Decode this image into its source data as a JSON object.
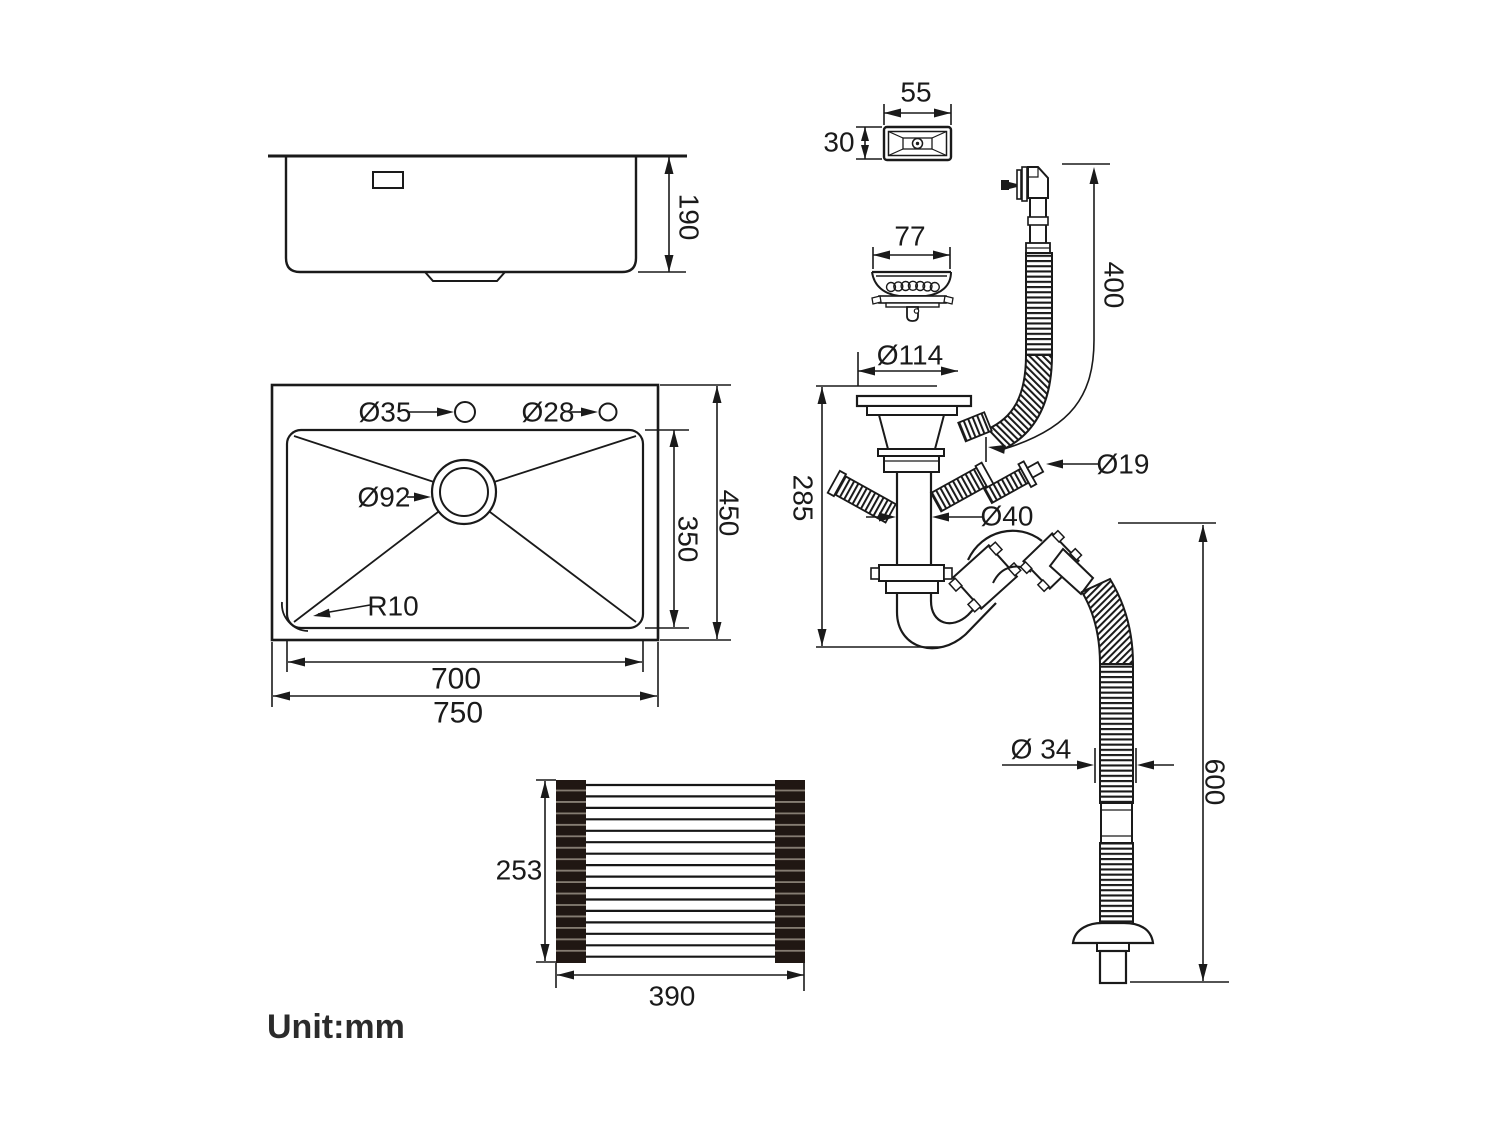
{
  "unit_label": "Unit:mm",
  "colors": {
    "line": "#1a1a1a",
    "rack_block": "#201713",
    "rack_gap": "#857c72"
  },
  "side_view": {
    "height": "190"
  },
  "top_view": {
    "hole_left": "Ø35",
    "hole_right": "Ø28",
    "drain_hole": "Ø92",
    "corner_radius": "R10",
    "bowl_width": "700",
    "overall_width": "750",
    "bowl_depth": "350",
    "overall_depth": "450"
  },
  "overflow_cover": {
    "width": "55",
    "height": "30"
  },
  "strainer": {
    "basket_width": "77",
    "flange_diameter": "Ø114"
  },
  "drain_assembly": {
    "overflow_hose_length": "400",
    "trap_height": "285",
    "overflow_fitting_diameter": "Ø19",
    "tailpiece_diameter": "Ø40",
    "outlet_hose_diameter": "Ø 34",
    "outlet_hose_length": "600"
  },
  "rack": {
    "depth": "253",
    "width": "390"
  }
}
